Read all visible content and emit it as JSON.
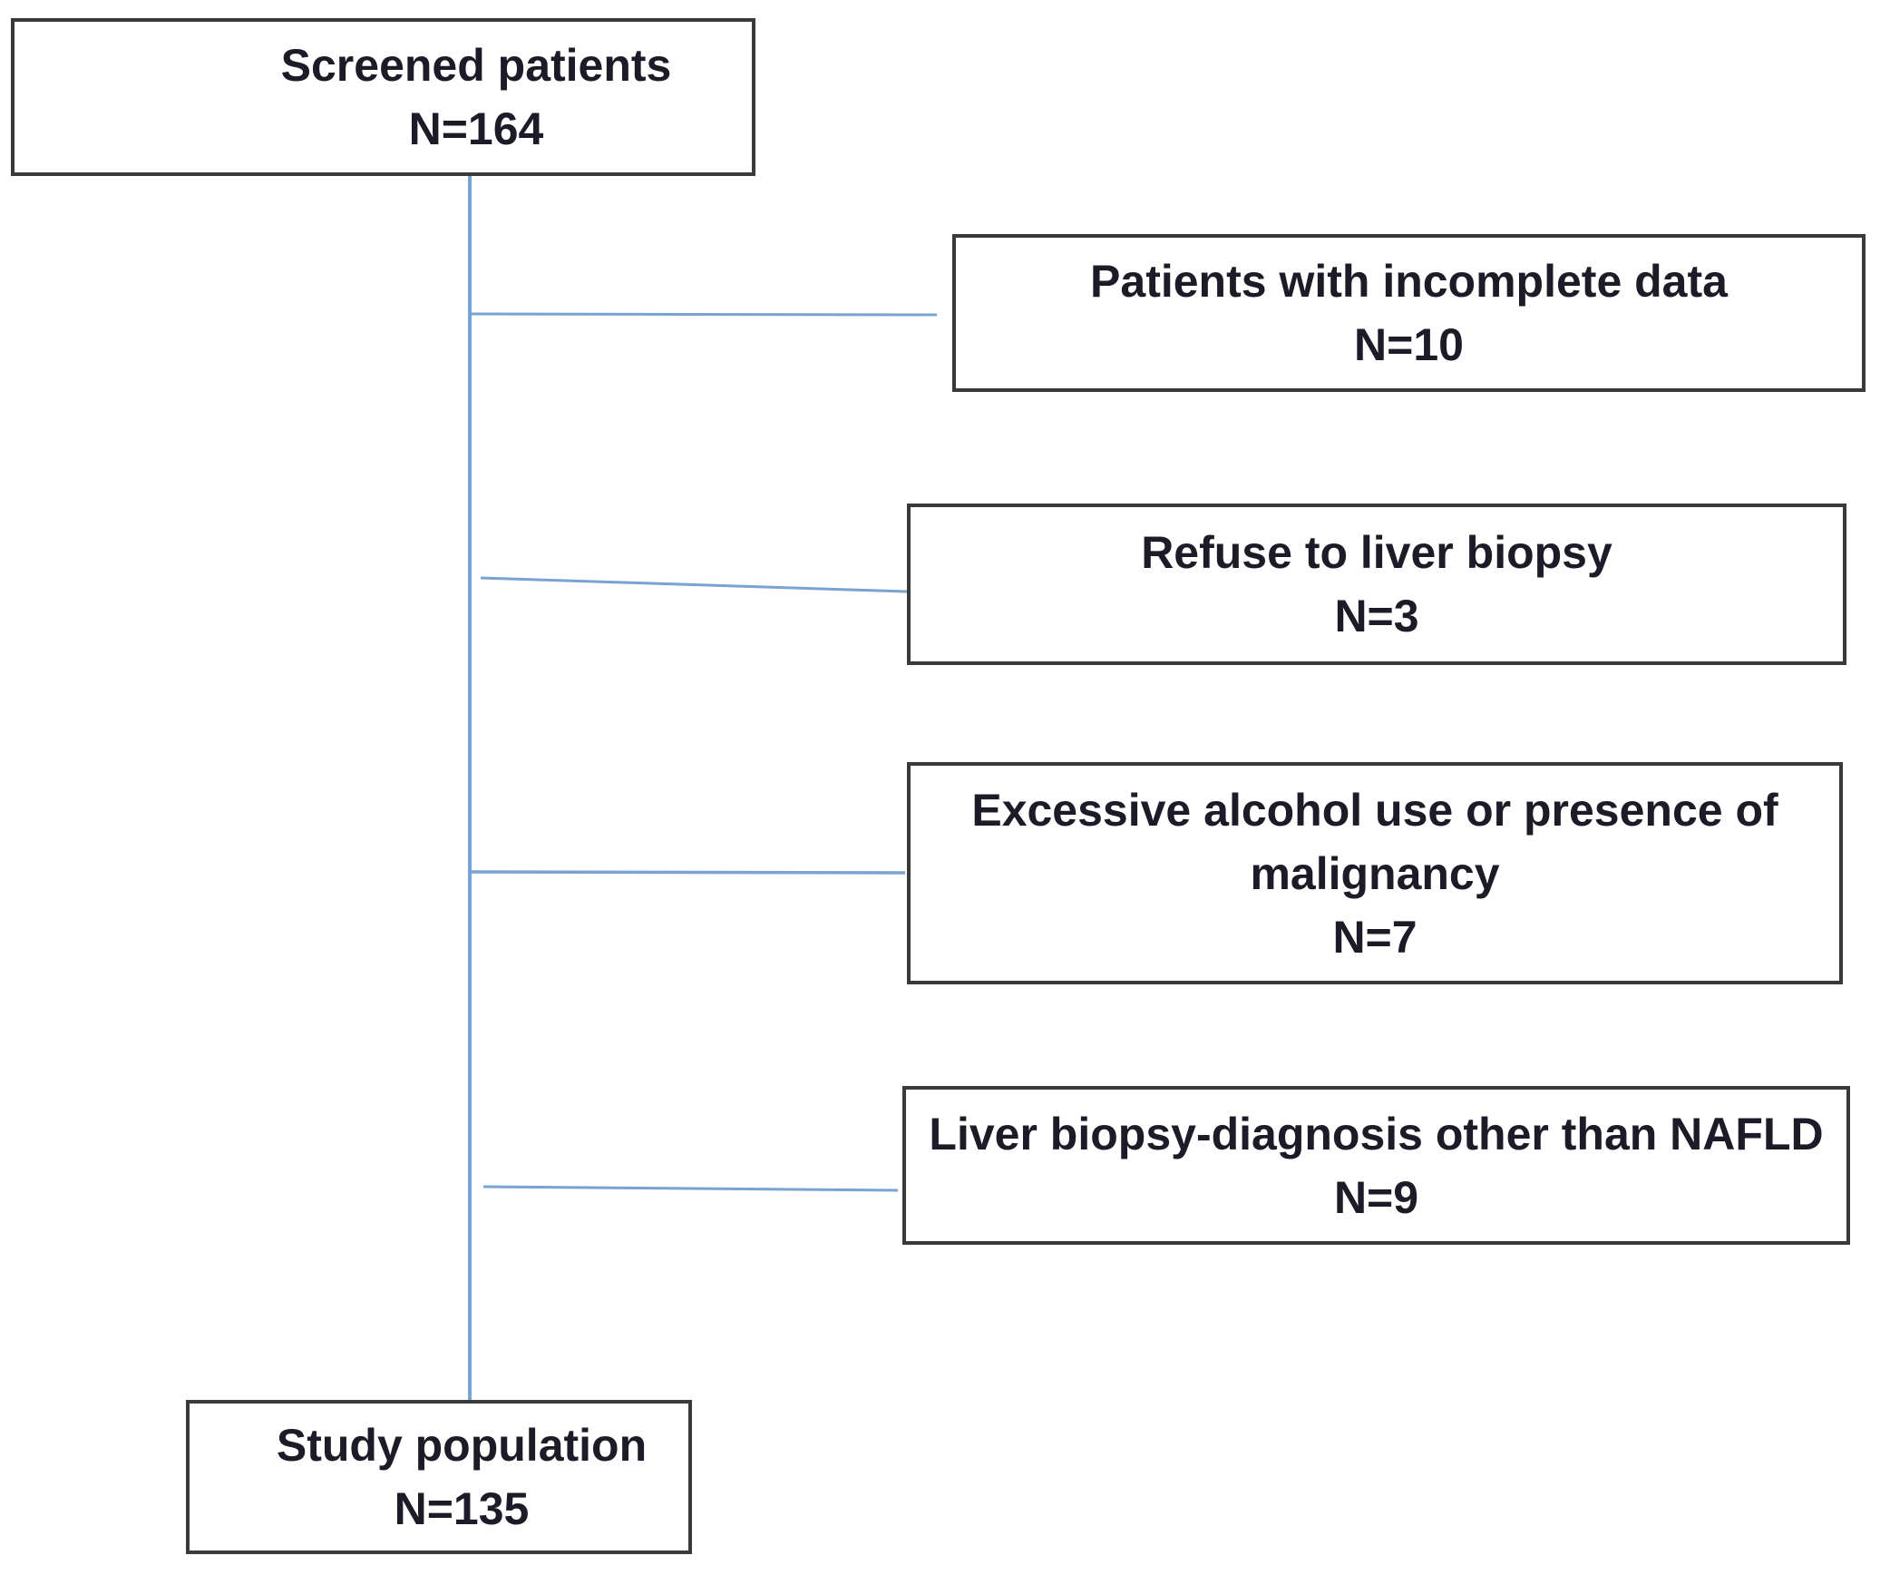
{
  "diagram": {
    "type": "flowchart",
    "subject": "patient screening flow",
    "boxes": [
      {
        "id": "screened-patients",
        "lines": [
          "Screened patients",
          "N=164"
        ],
        "n": 164
      },
      {
        "id": "incomplete-data",
        "lines": [
          "Patients with incomplete data",
          "N=10"
        ],
        "n": 10
      },
      {
        "id": "refuse-biopsy",
        "lines": [
          "Refuse to liver biopsy",
          "N=3"
        ],
        "n": 3
      },
      {
        "id": "alcohol-malignancy",
        "lines": [
          "Excessive alcohol use or presence of",
          "malignancy",
          "N=7"
        ],
        "n": 7
      },
      {
        "id": "other-diagnosis",
        "lines": [
          "Liver biopsy-diagnosis other than NAFLD",
          "N=9"
        ],
        "n": 9
      },
      {
        "id": "study-population",
        "lines": [
          "Study population",
          "N=135"
        ],
        "n": 135
      }
    ],
    "colors": {
      "connector": "#78a3d4",
      "box_border": "#3a3a3a",
      "text": "#1c1c28",
      "background": "#ffffff"
    }
  }
}
